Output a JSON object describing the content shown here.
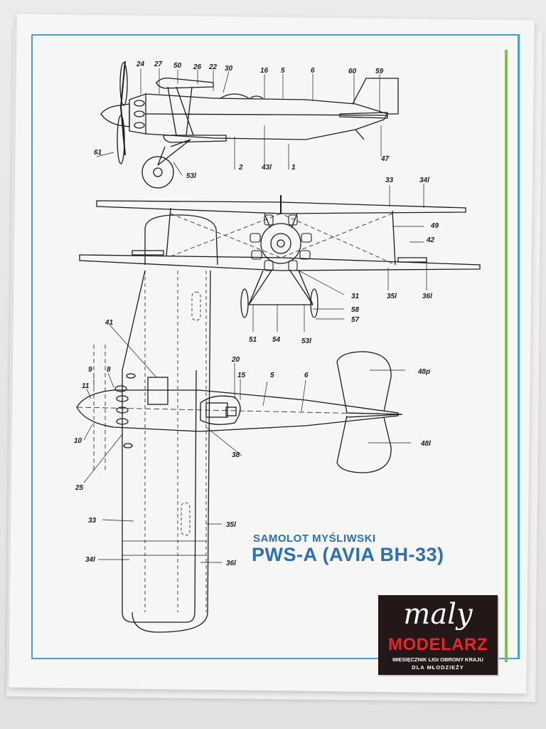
{
  "document": {
    "title_line1": "SAMOLOT MYŚLIWSKI",
    "title_line2": "PWS-A (AVIA BH-33)"
  },
  "logo": {
    "maly": "maly",
    "modelarz": "MODELARZ",
    "subtitle_line1": "MIESIĘCZNIK LIGI OBRONY KRAJU",
    "subtitle_line2": "DLA MŁODZIEŻY"
  },
  "colors": {
    "frame_blue": "#3fa3d6",
    "frame_green": "#7fbf4e",
    "title_blue": "#2a6fb8",
    "logo_background": "#231717",
    "logo_red": "#e8262a"
  },
  "callouts": {
    "side": [
      "24",
      "27",
      "50",
      "26",
      "22",
      "30",
      "16",
      "5",
      "6",
      "60",
      "59",
      "61",
      "2",
      "43l",
      "1",
      "47",
      "53l"
    ],
    "front": [
      "33",
      "34l",
      "49",
      "42",
      "31",
      "58",
      "57",
      "51",
      "54",
      "53l",
      "35l",
      "36l"
    ],
    "top": [
      "41",
      "9",
      "8",
      "11",
      "10",
      "25",
      "20",
      "15",
      "5",
      "6",
      "48p",
      "48l",
      "38",
      "33",
      "35l",
      "34l",
      "36l"
    ]
  }
}
